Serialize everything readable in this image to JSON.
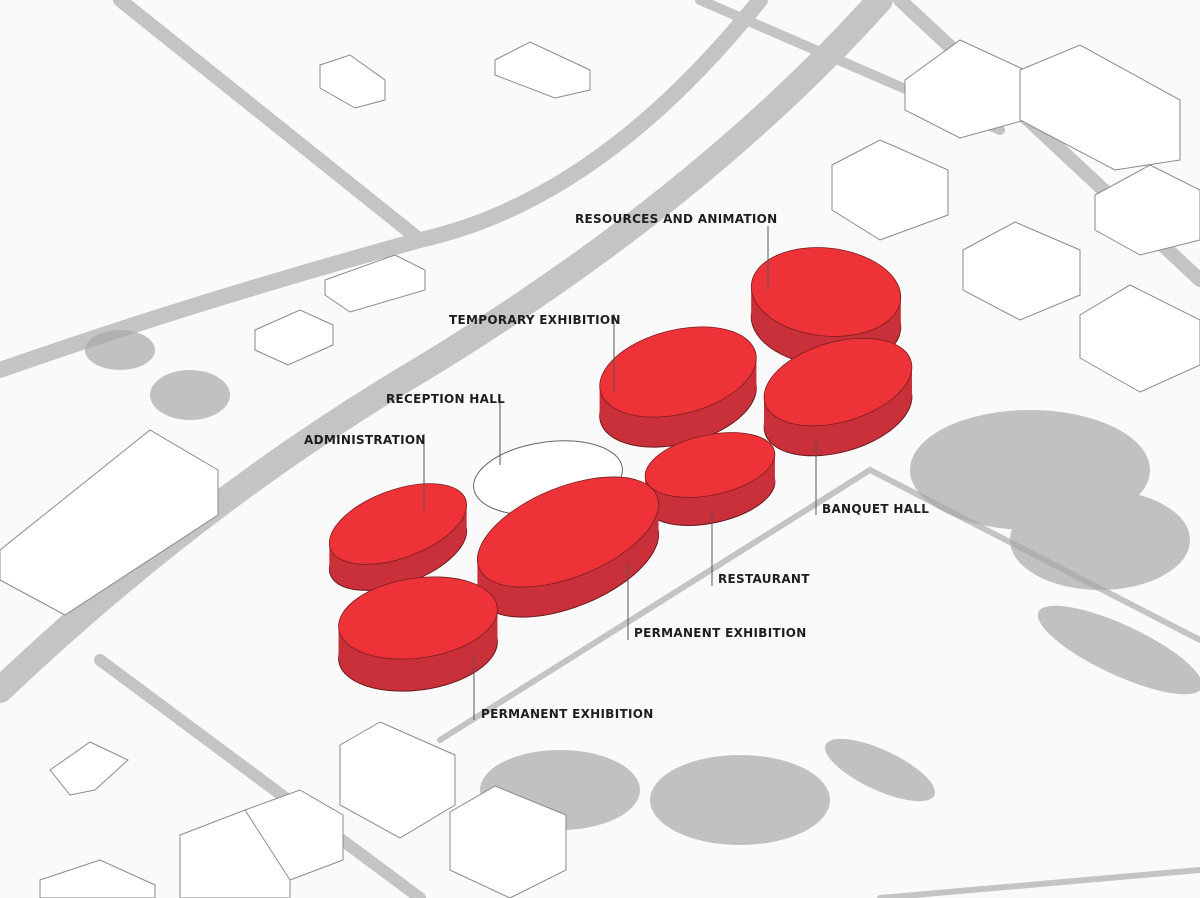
{
  "colors": {
    "block_top": "#ee3338",
    "block_side": "#c9303a",
    "road": "#bdbdbd",
    "trees": "#9a9a9a"
  },
  "labels": {
    "resources": "RESOURCES AND ANIMATION",
    "temporary": "TEMPORARY EXHIBITION",
    "reception": "RECEPTION HALL",
    "administration": "ADMINISTRATION",
    "banquet": "BANQUET HALL",
    "restaurant": "RESTAURANT",
    "permanent_main": "PERMANENT EXHIBITION",
    "permanent_lower": "PERMANENT EXHIBITION"
  }
}
